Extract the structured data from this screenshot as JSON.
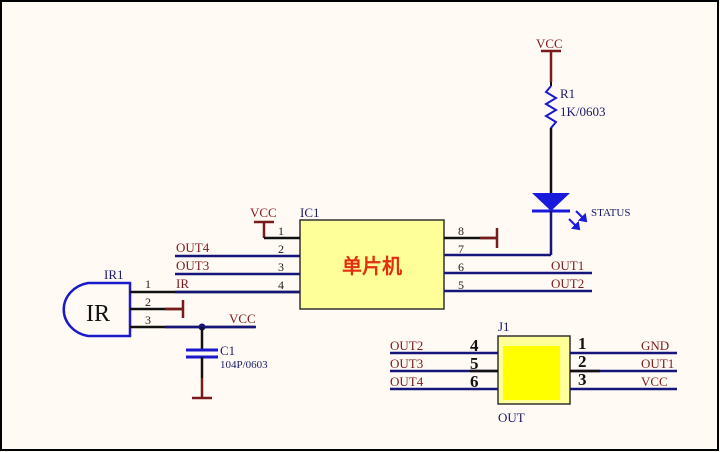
{
  "colors": {
    "background": "#fffaf4",
    "wire_net": "#15157a",
    "wire_pin": "#111111",
    "power": "#7a1a1a",
    "component_blue": "#1a1acc",
    "ic_fill": "#ffff99",
    "connector_inner": "#ffff00",
    "mcu_label": "#e03010"
  },
  "power_symbols": {
    "vcc_top": "VCC",
    "vcc_ic": "VCC",
    "vcc_ir": "VCC"
  },
  "r1": {
    "ref": "R1",
    "value": "1K/0603"
  },
  "led": {
    "label": "STATUS"
  },
  "ic1": {
    "ref": "IC1",
    "name": "单片机",
    "left_pins": [
      "1",
      "2",
      "3",
      "4"
    ],
    "right_pins": [
      "8",
      "7",
      "6",
      "5"
    ],
    "left_nets": [
      "",
      "OUT4",
      "OUT3",
      "IR"
    ],
    "right_nets": [
      "",
      "",
      "OUT1",
      "OUT2"
    ]
  },
  "ir1": {
    "ref": "IR1",
    "body_label": "IR",
    "pins": [
      "1",
      "2",
      "3"
    ]
  },
  "c1": {
    "ref": "C1",
    "value": "104P/0603"
  },
  "j1": {
    "ref": "J1",
    "name": "OUT",
    "left_pins": [
      "4",
      "5",
      "6"
    ],
    "right_pins": [
      "1",
      "2",
      "3"
    ],
    "left_nets": [
      "OUT2",
      "OUT3",
      "OUT4"
    ],
    "right_nets": [
      "GND",
      "OUT1",
      "VCC"
    ]
  }
}
